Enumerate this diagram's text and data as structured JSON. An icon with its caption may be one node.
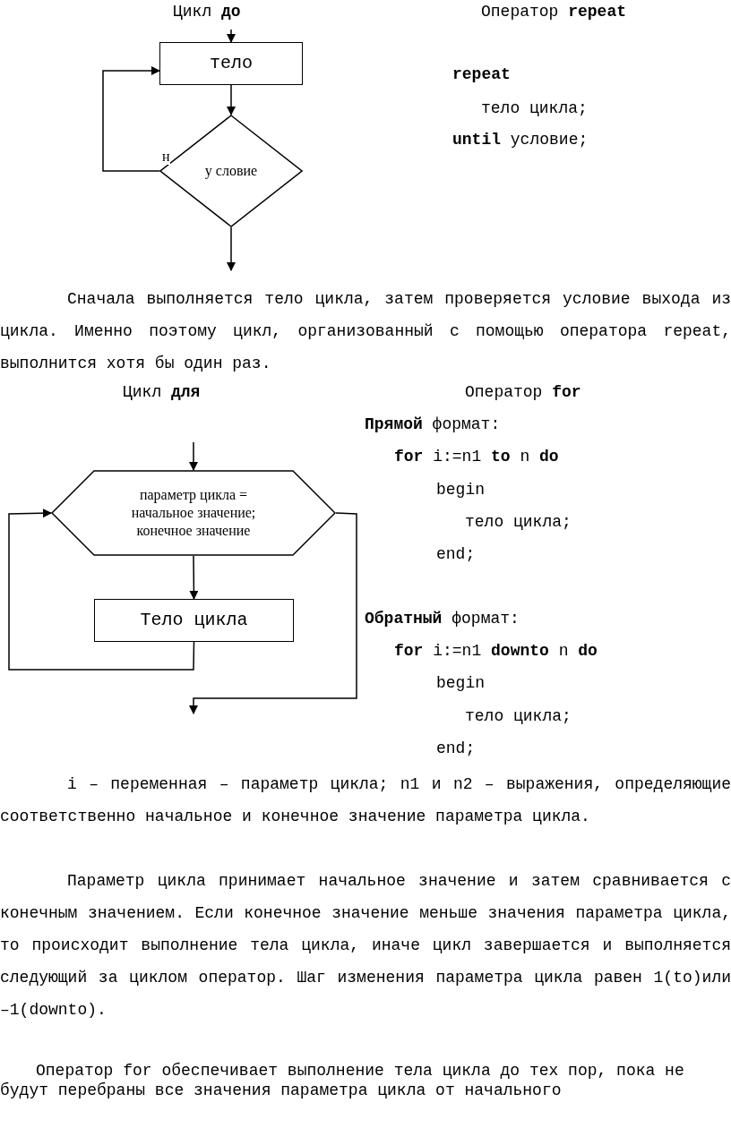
{
  "diagram": {
    "nodes": [
      {
        "text": [
          "тело"
        ]
      },
      {
        "text": [
          "у словие"
        ]
      },
      {
        "text": [
          "параметр цикла = начальное значение; конечное значение"
        ]
      },
      {
        "text": [
          "Тело цикла"
        ]
      }
    ],
    "edges": [
      {
        "from": null,
        "to": 0,
        "arrow": "to"
      },
      {
        "from": 0,
        "to": 1,
        "arrow": "to"
      },
      {
        "from": 1,
        "to": 0,
        "arrow": "to",
        "label": "н"
      },
      {
        "from": 1,
        "to": null,
        "arrow": "to"
      },
      {
        "from": null,
        "to": 2,
        "arrow": "to"
      },
      {
        "from": 2,
        "to": 3,
        "arrow": "to"
      },
      {
        "from": 3,
        "to": 2,
        "arrow": "to"
      },
      {
        "from": 2,
        "to": null,
        "arrow": "to"
      }
    ],
    "labels": [
      "Цикл **до**",
      "Оператор **repeat**",
      "repeat",
      "тело цикла;",
      "**until** условие;",
      "Сначала выполняется тело цикла, затем проверяется условие выхода из цикла. Именно поэтому цикл, организованный с помощью оператора repeat, выполнится хотя бы один раз.",
      "Цикл **для**",
      "Оператор **for**",
      "**Прямой** формат:",
      "**for** i:=n1 **to** n **do**",
      "begin",
      "тело цикла;",
      "end;",
      "**Обратный** формат:",
      "**for** i:=n1 **downto** n **do**",
      "begin",
      "тело цикла;",
      "end;",
      "i – переменная – параметр цикла; n1 и n2 – выражения, определяющие соответственно начальное и конечное значение параметра цикла.",
      "Параметр цикла принимает начальное значение и затем сравнивается с конечным значением. Если конечное значение меньше значения параметра цикла, то происходит выполнение тела цикла, иначе цикл завершается и выполняется следующий за циклом оператор. Шаг изменения параметра цикла равен 1(to)или –1(downto).",
      "Оператор for обеспечивает выполнение тела цикла до тех пор, пока не будут перебраны все значения параметра цикла от начального"
    ]
  }
}
